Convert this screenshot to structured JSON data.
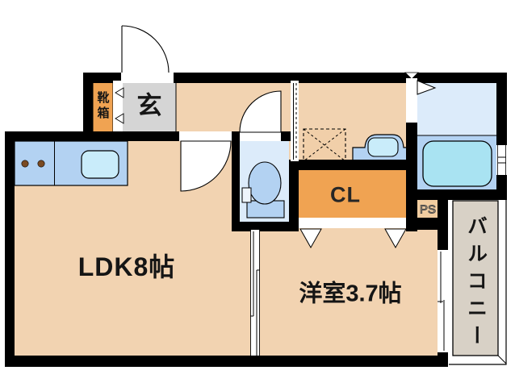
{
  "plan": {
    "type": "apartment-floor-plan",
    "rooms": {
      "entrance": {
        "label": "玄"
      },
      "shoe_cabinet": {
        "label": "靴箱"
      },
      "ldk": {
        "label": "LDK8帖"
      },
      "western_room": {
        "label": "洋室3.7帖"
      },
      "closet": {
        "label": "CL"
      },
      "pipe_space": {
        "label": "PS"
      },
      "balcony": {
        "label": "バルコニー"
      }
    },
    "colors": {
      "wall": "#000000",
      "floor_peach": "#f2d3b1",
      "cabinet_orange": "#f0a352",
      "entrance_gray": "#d5d5d5",
      "fixture_blue": "#b3d2f2",
      "pale_blue_floor": "#dcebfa",
      "tub_cyan": "#a9e3f2",
      "sink_cyan": "#c9ecfa",
      "balcony_gray": "#d8d1c6",
      "pipe_space_tan": "#f2cda0",
      "washer_space": "#f1cfa9"
    }
  }
}
